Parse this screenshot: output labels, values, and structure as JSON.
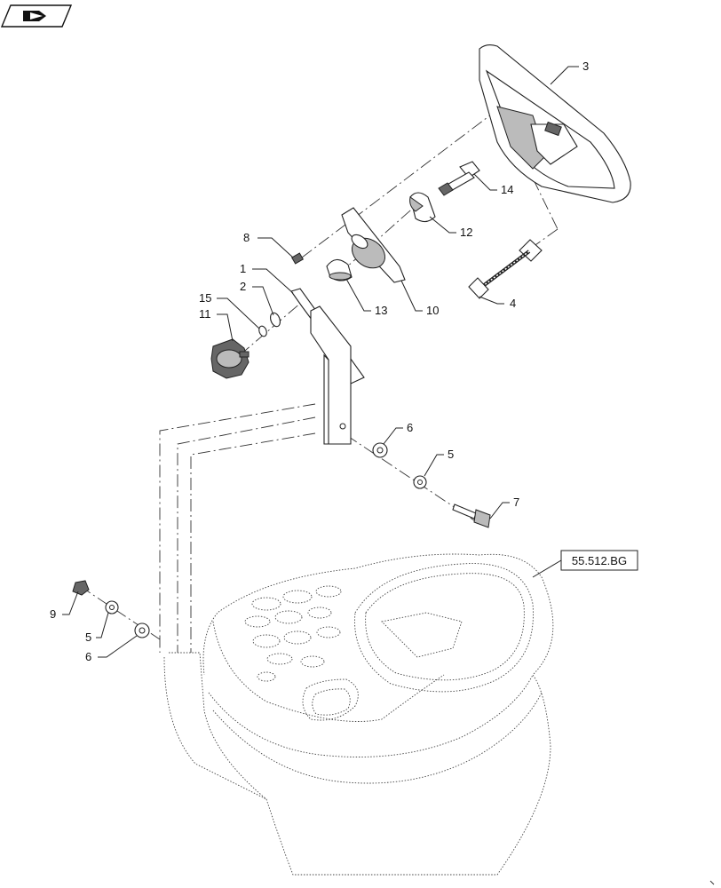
{
  "header": {
    "nav_icon": "book-arrow-icon"
  },
  "reference_label": "55.512.BG",
  "callouts": {
    "c1": "1",
    "c2": "2",
    "c3": "3",
    "c4": "4",
    "c5a": "5",
    "c5b": "5",
    "c6a": "6",
    "c6b": "6",
    "c7": "7",
    "c8": "8",
    "c9": "9",
    "c10": "10",
    "c11": "11",
    "c12": "12",
    "c13": "13",
    "c14": "14",
    "c15": "15"
  }
}
